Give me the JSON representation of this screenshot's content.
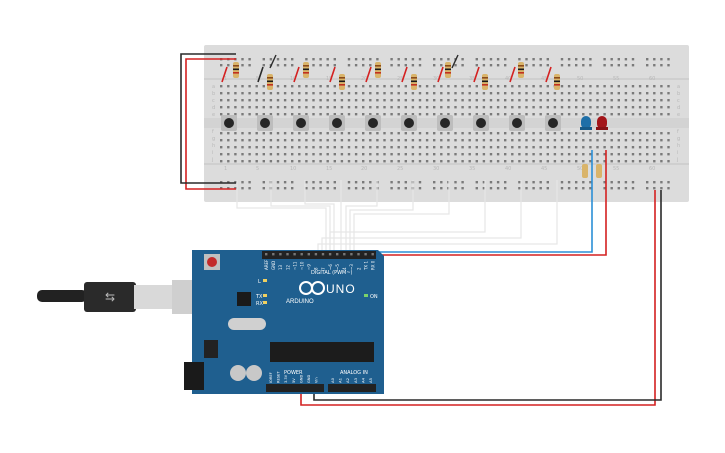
{
  "breadboard": {
    "row_letters_top": [
      "a",
      "b",
      "c",
      "d",
      "e"
    ],
    "row_letters_bottom": [
      "f",
      "g",
      "h",
      "i",
      "j"
    ],
    "column_numbers_top": [
      "1",
      "5",
      "10",
      "15",
      "20",
      "25",
      "30",
      "35",
      "40",
      "45",
      "50",
      "55",
      "60"
    ],
    "column_numbers_bottom": [
      "1",
      "5",
      "10",
      "15",
      "20",
      "25",
      "30",
      "35",
      "40",
      "45",
      "50",
      "55",
      "60"
    ]
  },
  "arduino": {
    "model": "UNO",
    "brand": "ARDUINO",
    "digital_label": "DIGITAL (PWM~)",
    "power_label": "POWER",
    "analog_label": "ANALOG IN",
    "led_labels": [
      "L",
      "TX",
      "RX"
    ],
    "on_label": "ON",
    "digital_pins": [
      "AREF",
      "GND",
      "13",
      "12",
      "~11",
      "~10",
      "~9",
      "8",
      "7",
      "~6",
      "~5",
      "4",
      "~3",
      "2",
      "TX 1",
      "RX 0"
    ],
    "power_pins": [
      "IOREF",
      "RESET",
      "3.3V",
      "5V",
      "GND",
      "GND",
      "Vin"
    ],
    "analog_pins": [
      "A0",
      "A1",
      "A2",
      "A3",
      "A4",
      "A5"
    ]
  },
  "colors": {
    "wire_red": "#d42121",
    "wire_black": "#2a2a2a",
    "wire_blue": "#2b8fd6",
    "wire_white": "#e8e8e8",
    "arduino_blue": "#1f5f8f",
    "led_blue": "#1e6fa8",
    "led_red": "#a3151a",
    "breadboard": "#dcdcdc"
  }
}
